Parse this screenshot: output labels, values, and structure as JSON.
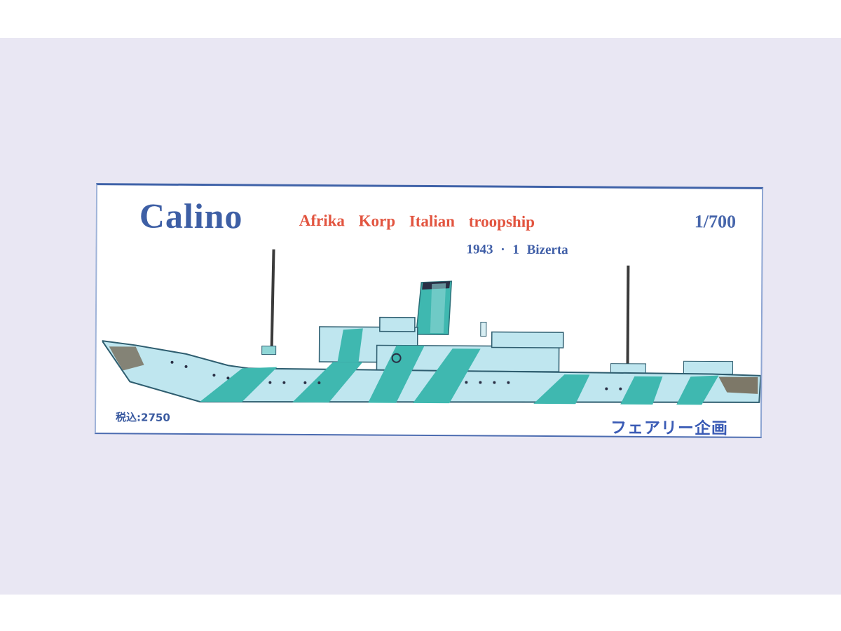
{
  "card": {
    "title": "Calino",
    "subtitle": "Afrika Korp Italian troopship",
    "scale": "1/700",
    "date_place": "1943 · 1 Bizerta",
    "price": "税込:2750",
    "maker": "フェアリー企画"
  },
  "colors": {
    "backdrop": "#e9e7f3",
    "title_blue": "#3e5fa5",
    "subtitle_red": "#e2543f",
    "camo_teal": "#3fb8b0",
    "camo_light": "#bfe6ef",
    "camo_brown": "#7d7868"
  },
  "illustration": "ship-side-profile"
}
